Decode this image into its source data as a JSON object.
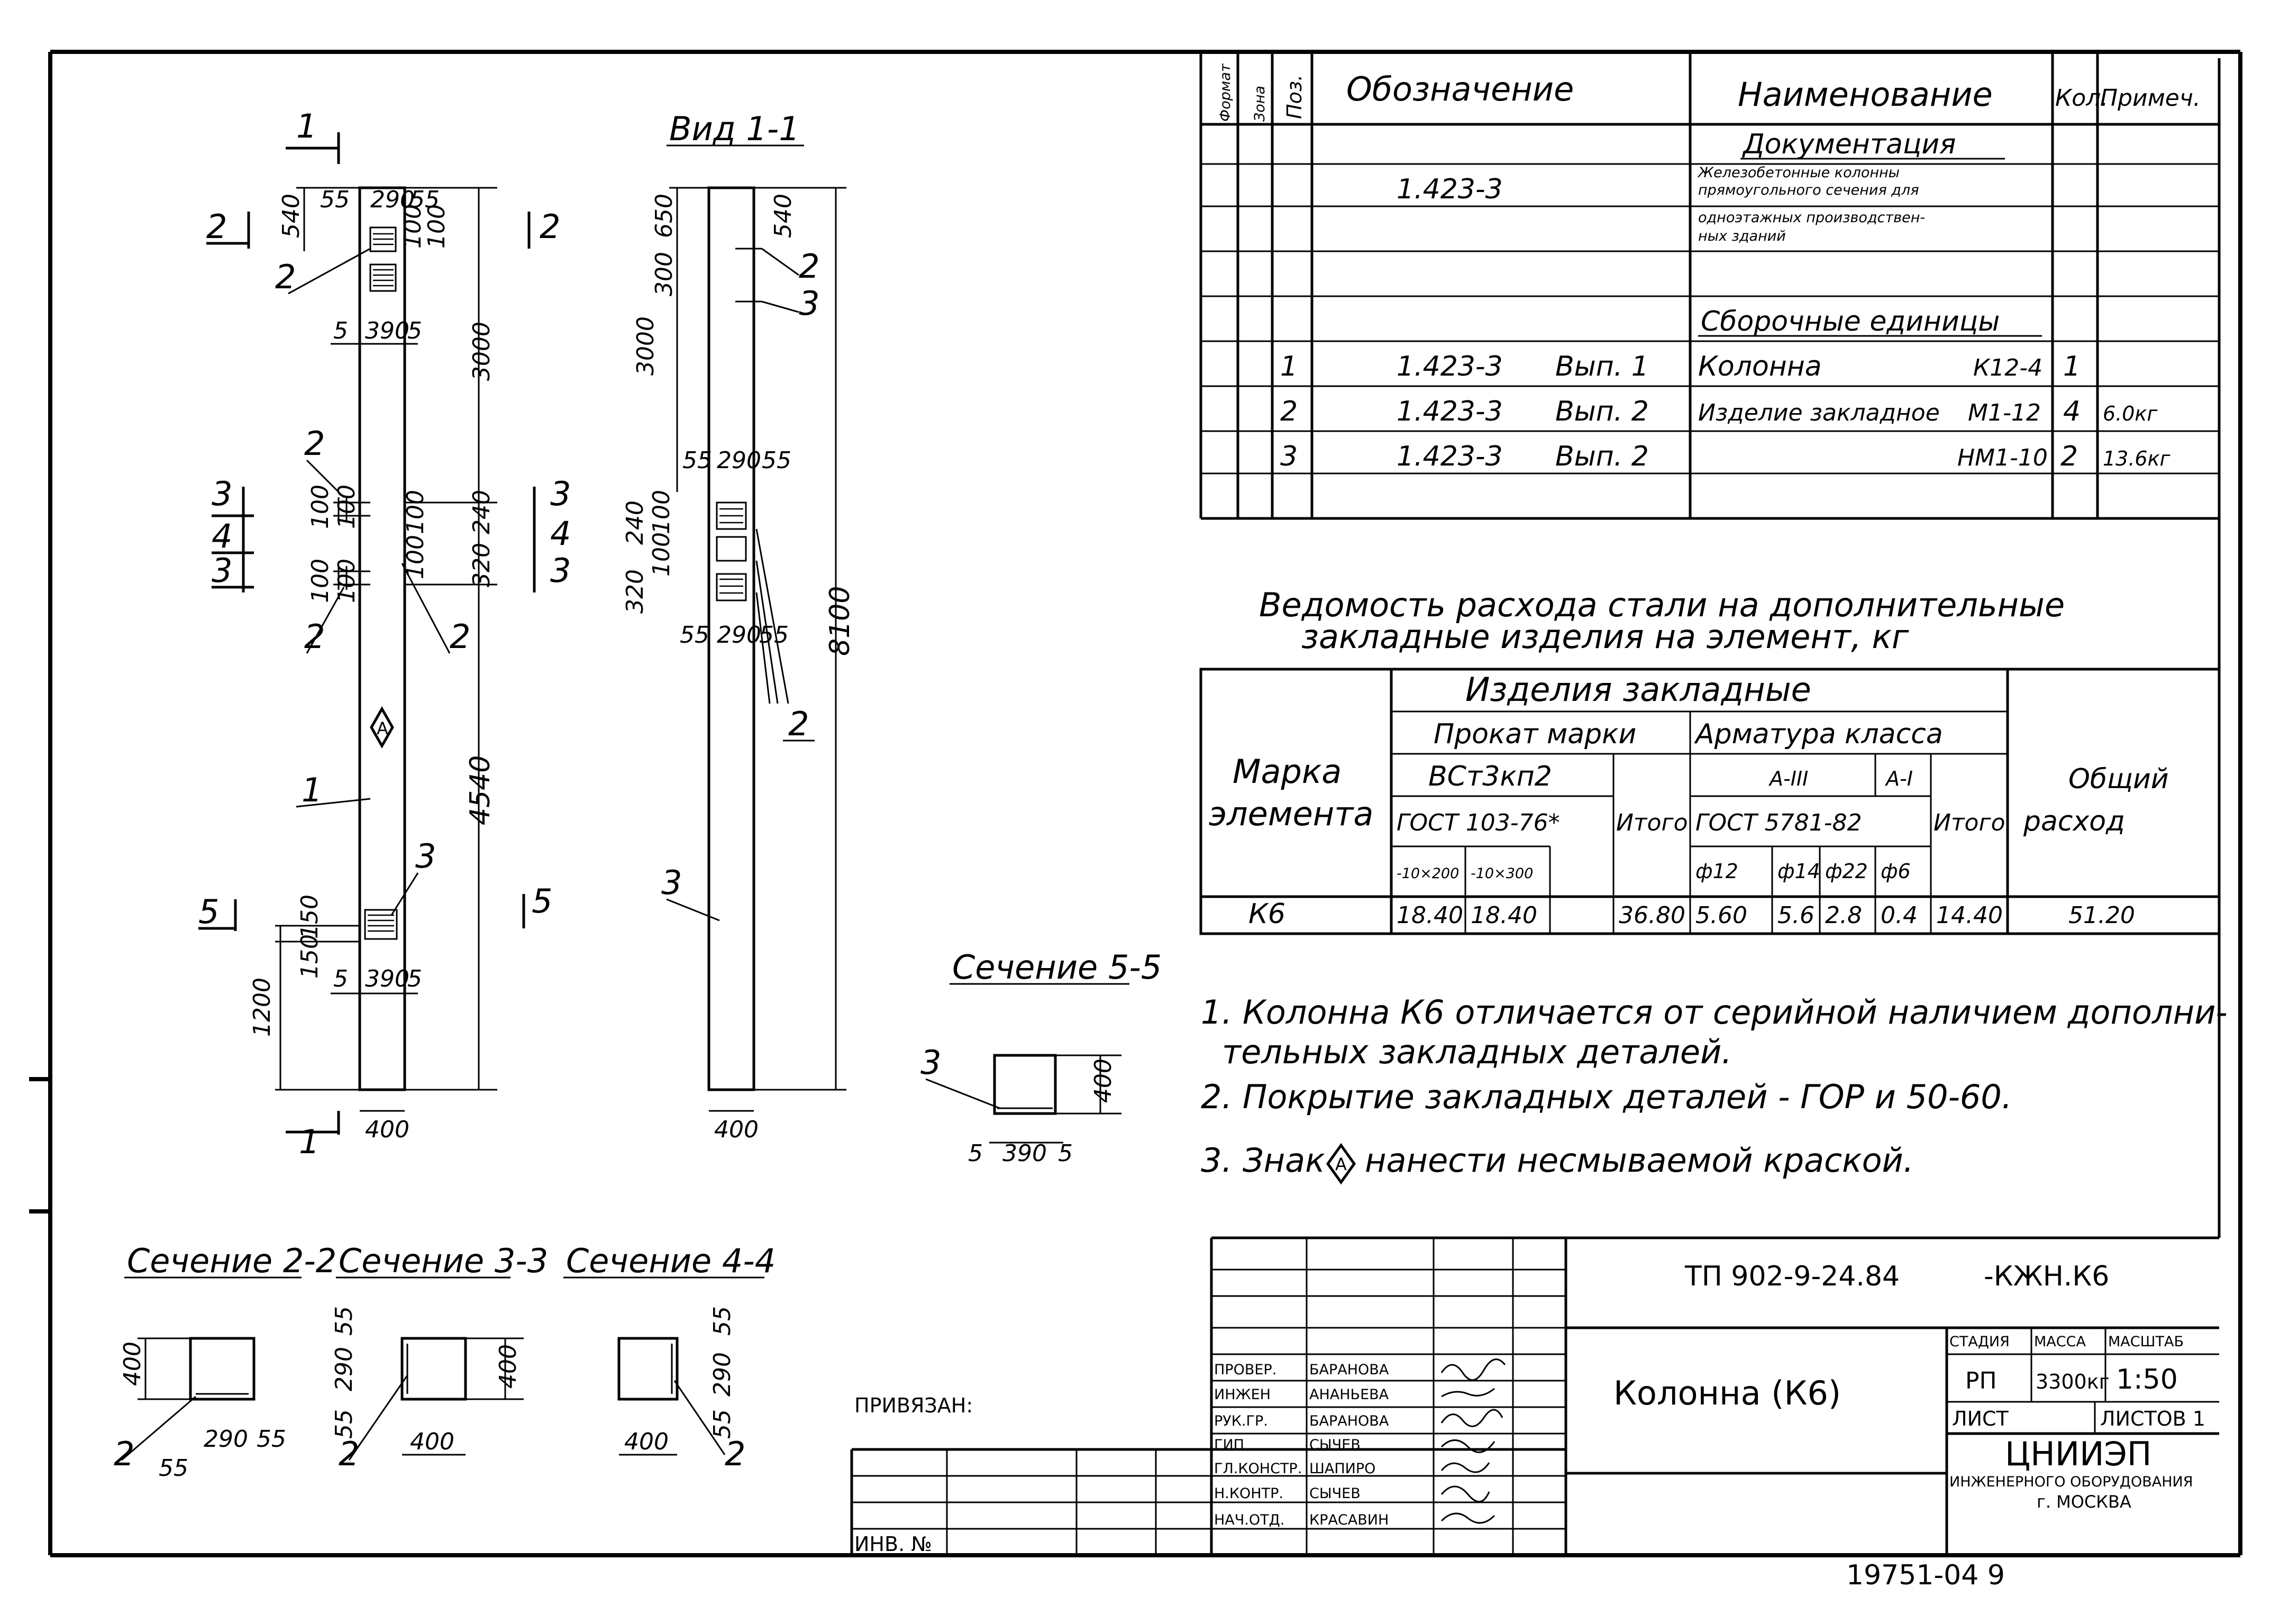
{
  "views": {
    "view_title": "Вид 1-1",
    "sec22": "Сечение 2-2",
    "sec33": "Сечение 3-3",
    "sec44": "Сечение 4-4",
    "sec55": "Сечение 5-5",
    "cut1": "1",
    "cut2": "2",
    "cut3": "3",
    "cut4": "4",
    "cut5": "5",
    "mark": "А",
    "dims_main": {
      "d540": "540",
      "d55": "55",
      "d290": "290",
      "d100": "100",
      "d5": "5",
      "d390": "390",
      "d3000": "3000",
      "d240": "240",
      "d320": "320",
      "d4540": "4540",
      "d150": "150",
      "d1200": "1200",
      "d400": "400"
    },
    "dims_side": {
      "d540": "540",
      "d650": "650",
      "d300": "300",
      "d3000": "3000",
      "d8100": "8100",
      "d55": "55",
      "d290": "290",
      "d240": "240",
      "d100": "100",
      "d320": "320",
      "d400": "400"
    }
  },
  "spec": {
    "headers": {
      "format": "Формат",
      "zone": "Зона",
      "pos": "Поз.",
      "designation": "Обозначение",
      "name": "Наименование",
      "qty": "Кол.",
      "note": "Примеч."
    },
    "doc_section": "Документация",
    "doc_designation": "1.423-3",
    "doc_name_1": "Железобетонные колонны",
    "doc_name_2": "прямоугольного сечения для",
    "doc_name_3": "одноэтажных производствен-",
    "doc_name_4": "ных зданий",
    "asm_section": "Сборочные единицы",
    "rows": [
      {
        "pos": "1",
        "designation": "1.423-3",
        "issue": "Вып. 1",
        "name": "Колонна",
        "code": "К12-4",
        "qty": "1",
        "note": ""
      },
      {
        "pos": "2",
        "designation": "1.423-3",
        "issue": "Вып. 2",
        "name": "Изделие закладное",
        "code": "М1-12",
        "qty": "4",
        "note": "6.0кг"
      },
      {
        "pos": "3",
        "designation": "1.423-3",
        "issue": "Вып. 2",
        "name": "",
        "code": "НМ1-10",
        "qty": "2",
        "note": "13.6кг"
      }
    ]
  },
  "steel": {
    "title_1": "Ведомость расхода стали на дополнительные",
    "title_2": "закладные изделия на элемент, кг",
    "h_items": "Изделия закладные",
    "h_rolled": "Прокат марки",
    "h_rebar": "Арматура класса",
    "h_mark_1": "Марка",
    "h_mark_2": "элемента",
    "h_steel": "ВСт3кп2",
    "h_gost1": "ГОСТ 103-76*",
    "h_total": "Итого",
    "h_a3": "А-III",
    "h_a1": "А-I",
    "h_gost2": "ГОСТ 5781-82",
    "h_total2": "Итого",
    "h_sum_1": "Общий",
    "h_sum_2": "расход",
    "h_s1": "-10×200",
    "h_s2": "-10×300",
    "h_d12": "ф12",
    "h_d14": "ф14",
    "h_d22": "ф22",
    "h_d6": "ф6",
    "row": {
      "mark": "К6",
      "v1": "18.40",
      "v2": "18.40",
      "v3": "",
      "total1": "36.80",
      "d12": "5.60",
      "d14": "5.6",
      "d22": "2.8",
      "d6": "0.4",
      "total2": "14.40",
      "sum": "51.20"
    }
  },
  "notes": {
    "n1a": "1. Колонна К6 отличается от серийной наличием дополни-",
    "n1b": "тельных закладных деталей.",
    "n2": "2. Покрытие закладных деталей - ГОР и 50-60.",
    "n3a": "3. Знак",
    "n3b": "нанести несмываемой краской."
  },
  "stamp": {
    "bound": "ПРИВЯЗАН:",
    "inv": "ИНВ. №",
    "doc_code": "ТП 902-9-24.84",
    "doc_suffix": "-КЖН.К6",
    "title": "Колонна (К6)",
    "stage_h": "СТАДИЯ",
    "mass_h": "МАССА",
    "scale_h": "МАСШТАБ",
    "stage": "РП",
    "mass": "3300кг",
    "scale": "1:50",
    "sheet": "ЛИСТ",
    "sheets": "ЛИСТОВ 1",
    "org": "ЦНИИЭП",
    "org_sub": "ИНЖЕНЕРНОГО ОБОРУДОВАНИЯ",
    "city": "г. МОСКВА",
    "roles": [
      {
        "role": "ПРОВЕР.",
        "name": "БАРАНОВА"
      },
      {
        "role": "ИНЖЕН",
        "name": "АНАНЬЕВА"
      },
      {
        "role": "РУК.ГР.",
        "name": "БАРАНОВА"
      },
      {
        "role": "ГИП",
        "name": "СЫЧЕВ"
      },
      {
        "role": "ГЛ.КОНСТР.",
        "name": "ШАПИРО"
      },
      {
        "role": "Н.КОНТР.",
        "name": "СЫЧЕВ"
      },
      {
        "role": "НАЧ.ОТД.",
        "name": "КРАСАВИН"
      }
    ],
    "footer": "19751-04  9"
  }
}
